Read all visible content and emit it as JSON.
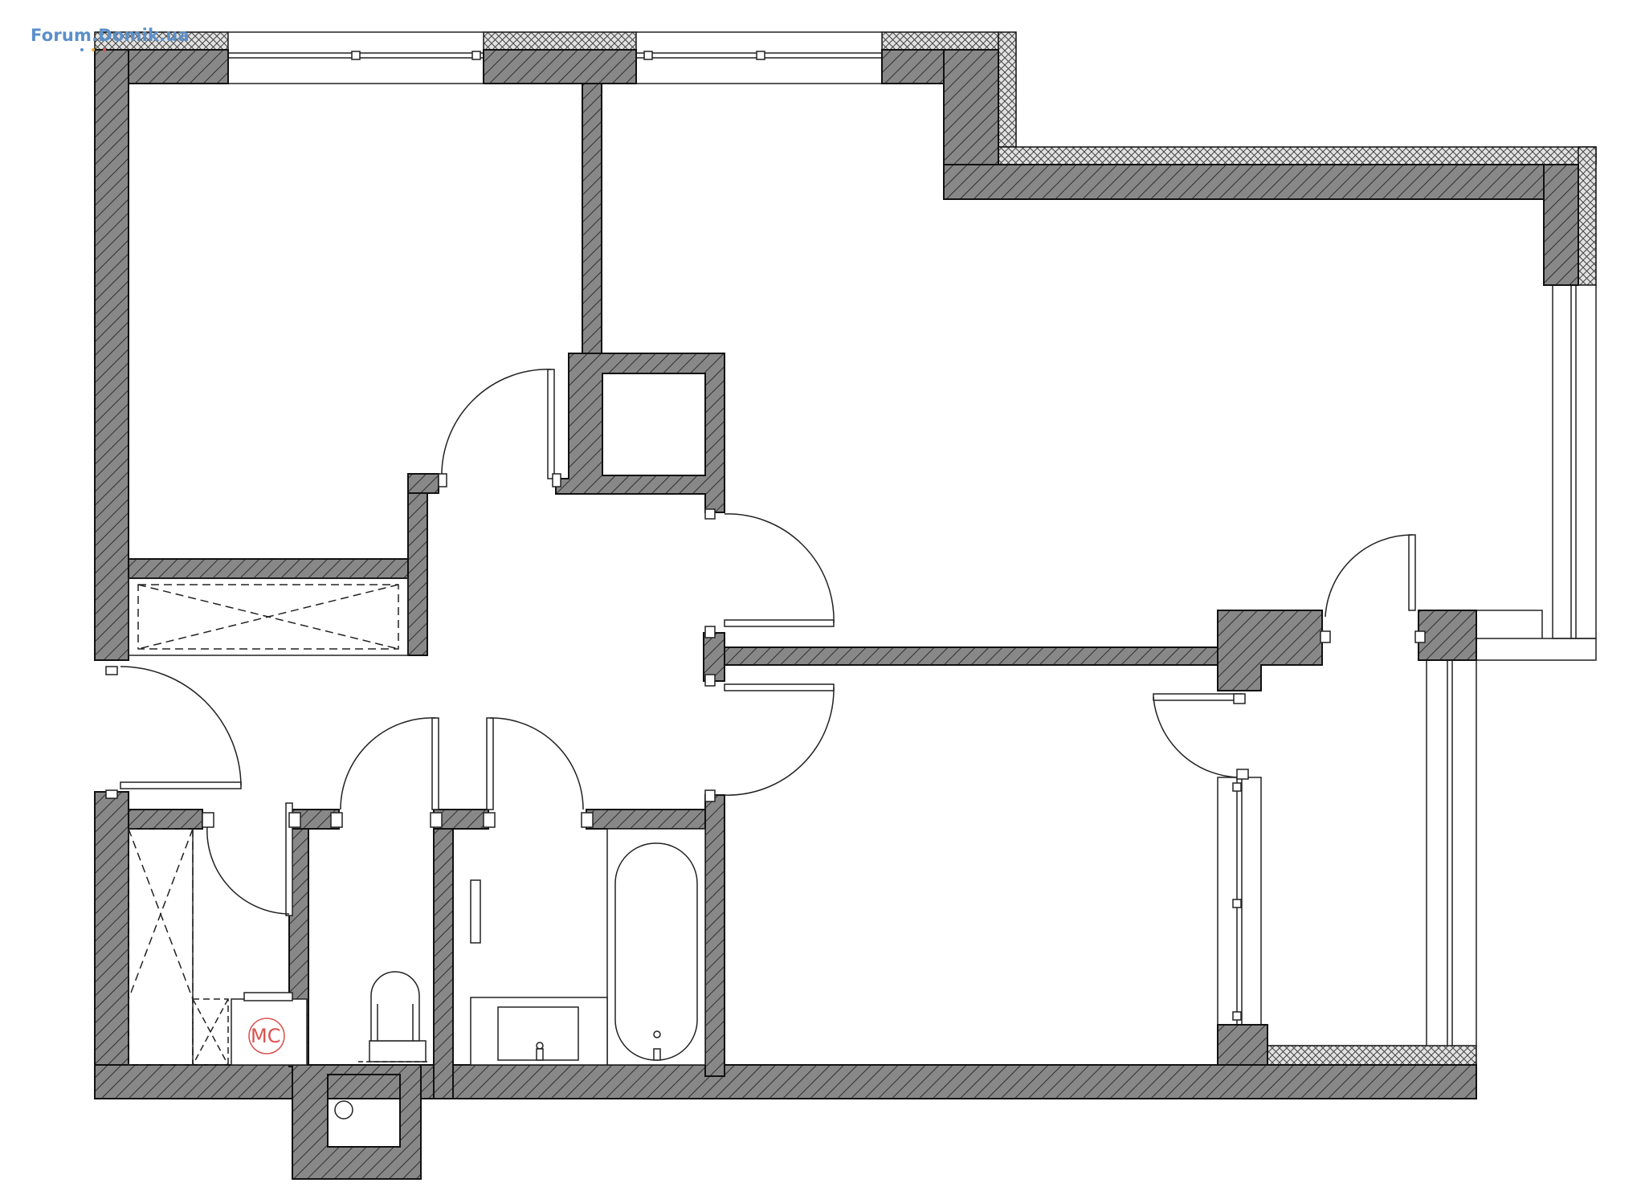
{
  "watermark": {
    "text": "Forum.Domik.ua",
    "dot_colors": [
      "#5b8fc9",
      "#e8b23a",
      "#d9534f"
    ]
  },
  "appliance_label": "MC",
  "colors": {
    "wall_fill": "#888888",
    "wall_stroke": "#111111",
    "hatch_line": "#333333",
    "insulation_fill": "#d9d9d9",
    "line": "#222222",
    "appliance_label": "#d9534f",
    "watermark": "#5b8fc9"
  },
  "legend": {
    "wall_pattern": "diagonal-hatch",
    "insulation_pattern": "cross-hatch"
  }
}
